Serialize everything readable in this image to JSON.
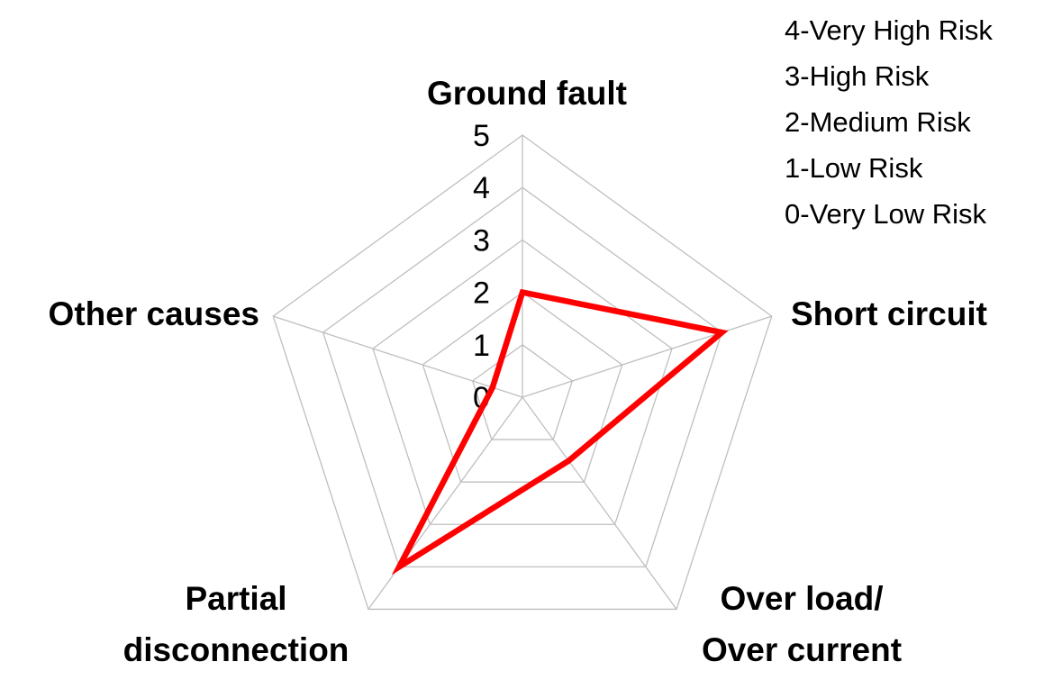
{
  "chart_data": {
    "type": "radar",
    "categories": [
      "Ground fault",
      "Short circuit",
      "Over load/ Over current",
      "Partial disconnection",
      "Other causes"
    ],
    "category_lines": [
      [
        "Ground fault"
      ],
      [
        "Short circuit"
      ],
      [
        "Over load/",
        "Over current"
      ],
      [
        "Partial",
        "disconnection"
      ],
      [
        "Other causes"
      ]
    ],
    "values": [
      2,
      4,
      1.5,
      4,
      0.6
    ],
    "rlim": [
      0,
      5
    ],
    "ticks": [
      "0",
      "1",
      "2",
      "3",
      "4",
      "5"
    ],
    "series_color": "#ff0000",
    "grid_color": "#bfbfbf",
    "legend": [
      "4-Very High Risk",
      "3-High Risk",
      "2-Medium Risk",
      "1-Low Risk",
      "0-Very Low Risk"
    ],
    "legend_placement": "top-right"
  }
}
